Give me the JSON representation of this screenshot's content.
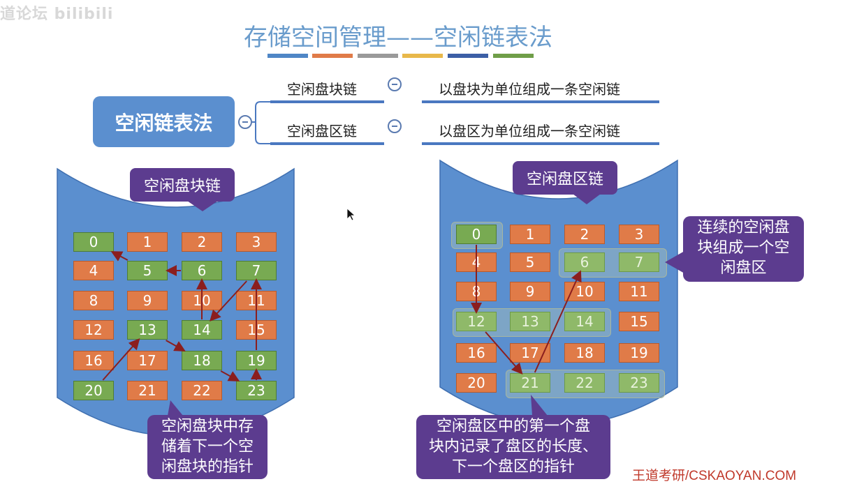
{
  "watermark_top": "道论坛 bilibili",
  "title": "存储空间管理——空闲链表法",
  "title_bar_colors": [
    "#4f86c6",
    "#e07b48",
    "#9a9a9a",
    "#e8b84a",
    "#3c5fa6",
    "#6f9e48"
  ],
  "mindmap": {
    "root": "空闲链表法",
    "branches": [
      {
        "label": "空闲盘块链",
        "desc": "以盘块为单位组成一条空闲链"
      },
      {
        "label": "空闲盘区链",
        "desc": "以盘区为单位组成一条空闲链"
      }
    ]
  },
  "left_cylinder": {
    "label": "空闲盘块链",
    "blocks": [
      "0",
      "1",
      "2",
      "3",
      "4",
      "5",
      "6",
      "7",
      "8",
      "9",
      "10",
      "11",
      "12",
      "13",
      "14",
      "15",
      "16",
      "17",
      "18",
      "19",
      "20",
      "21",
      "22",
      "23"
    ],
    "free_blocks": [
      0,
      5,
      6,
      7,
      13,
      14,
      18,
      19,
      20,
      23
    ],
    "chain": [
      20,
      13,
      18,
      23,
      19,
      7,
      14,
      6,
      5,
      0
    ],
    "note": [
      "空闲盘块中存",
      "储着下一个空",
      "闲盘块的指针"
    ]
  },
  "right_cylinder": {
    "label": "空闲盘区链",
    "blocks": [
      "0",
      "1",
      "2",
      "3",
      "4",
      "5",
      "6",
      "7",
      "8",
      "9",
      "10",
      "11",
      "12",
      "13",
      "14",
      "15",
      "16",
      "17",
      "18",
      "19",
      "20",
      "21",
      "22",
      "23"
    ],
    "free_blocks": [
      0,
      6,
      7,
      12,
      13,
      14,
      21,
      22,
      23
    ],
    "chain": [
      0,
      12,
      21,
      6
    ],
    "note": [
      "空闲盘区中的第一个盘",
      "块内记录了盘区的长度、",
      "下一个盘区的指针"
    ],
    "side_note": [
      "连续的空闲盘",
      "块组成一个空",
      "闲盘区"
    ]
  },
  "footer": "王道考研/CSKAOYAN.COM",
  "colors": {
    "used": "#e07b48",
    "free": "#78aa52",
    "cylinder": "#5b8fcf",
    "callout": "#5c3c8f",
    "arrow": "#8b1e1e"
  }
}
